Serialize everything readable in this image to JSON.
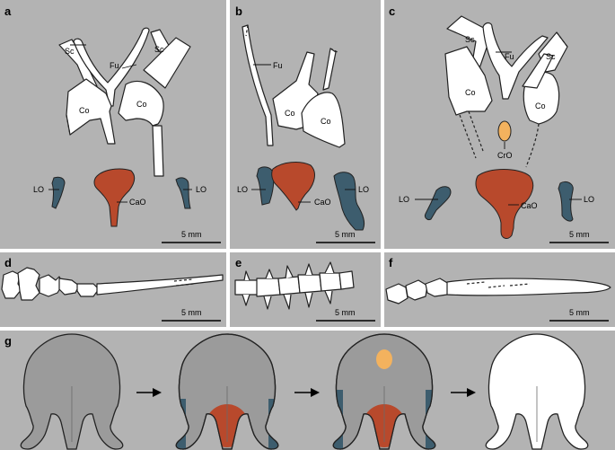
{
  "panels": {
    "a": {
      "letter": "a",
      "labels": {
        "sc_left": "Sc",
        "sc_right": "Sc",
        "fu": "Fu",
        "co_left": "Co",
        "co_right": "Co",
        "lo_left": "LO",
        "lo_right": "LO",
        "cao": "CaO"
      },
      "scale": "5 mm"
    },
    "b": {
      "letter": "b",
      "labels": {
        "fu": "Fu",
        "co_left": "Co",
        "co_right": "Co",
        "lo_left": "LO",
        "lo_right": "LO",
        "cao": "CaO"
      },
      "scale": "5 mm"
    },
    "c": {
      "letter": "c",
      "labels": {
        "sc_left": "Sc",
        "sc_right": "Sc",
        "fu": "Fu",
        "co_left": "Co",
        "co_right": "Co",
        "cro": "CrO",
        "lo_left": "LO",
        "lo_right": "LO",
        "cao": "CaO"
      },
      "scale": "5 mm"
    },
    "d": {
      "letter": "d",
      "scale": "5 mm"
    },
    "e": {
      "letter": "e",
      "scale": "5 mm"
    },
    "f": {
      "letter": "f",
      "scale": "5 mm"
    },
    "g": {
      "letter": "g"
    }
  },
  "colors": {
    "panel_background": "#b3b3b3",
    "lateral_ossification": "#3d5d6e",
    "caudal_ossification": "#b8492c",
    "cranial_ossification": "#f3b25e",
    "cartilage": "#9b9b9b",
    "bone": "#ffffff"
  }
}
